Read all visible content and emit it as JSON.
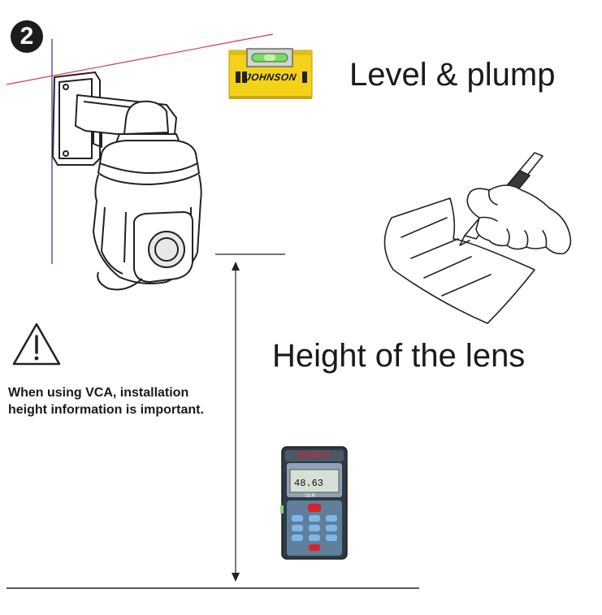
{
  "step": {
    "number": "2"
  },
  "labels": {
    "level_plumb": "Level & plump",
    "lens_height": "Height of the lens",
    "vca_note": "When using VCA, installation height information is important."
  },
  "level_tool": {
    "brand_text": "JOHNSON"
  },
  "distance_meter": {
    "brand_text": "BOSCH",
    "display_reading": "48.63",
    "model_text": "DLR"
  },
  "colors": {
    "level_line": "#d9384e",
    "plumb_line": "#5a5ab0",
    "level_body": "#f4d21a",
    "meter_body": "#2f3a45",
    "meter_screen": "#d8e0d6",
    "meter_button": "#7fb8e8",
    "meter_red_button": "#d8232a"
  }
}
